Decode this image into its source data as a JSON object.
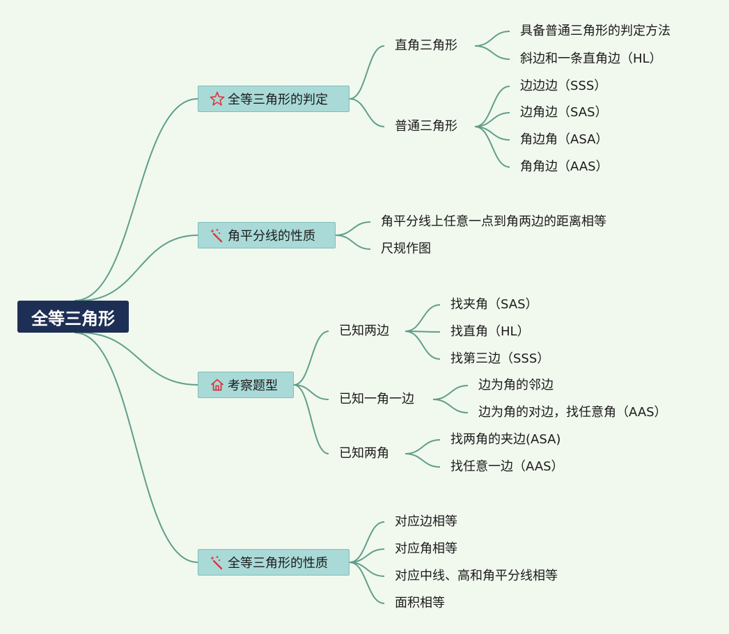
{
  "root": {
    "label": "全等三角形"
  },
  "branches": [
    {
      "label": "全等三角形的判定",
      "icon": "star-icon",
      "children": [
        {
          "label": "直角三角形",
          "children": [
            {
              "label": "具备普通三角形的判定方法"
            },
            {
              "label": "斜边和一条直角边（HL）"
            }
          ]
        },
        {
          "label": "普通三角形",
          "children": [
            {
              "label": "边边边（SSS）"
            },
            {
              "label": "边角边（SAS）"
            },
            {
              "label": "角边角（ASA）"
            },
            {
              "label": "角角边（AAS）"
            }
          ]
        }
      ]
    },
    {
      "label": "角平分线的性质",
      "icon": "magic-wand-icon",
      "children": [
        {
          "label": "角平分线上任意一点到角两边的距离相等"
        },
        {
          "label": "尺规作图"
        }
      ]
    },
    {
      "label": "考察题型",
      "icon": "home-icon",
      "children": [
        {
          "label": "已知两边",
          "children": [
            {
              "label": "找夹角（SAS）"
            },
            {
              "label": "找直角（HL）"
            },
            {
              "label": "找第三边（SSS）"
            }
          ]
        },
        {
          "label": "已知一角一边",
          "children": [
            {
              "label": "边为角的邻边"
            },
            {
              "label": "边为角的对边，找任意角（AAS）"
            }
          ]
        },
        {
          "label": "已知两角",
          "children": [
            {
              "label": "找两角的夹边(ASA)"
            },
            {
              "label": "找任意一边（AAS）"
            }
          ]
        }
      ]
    },
    {
      "label": "全等三角形的性质",
      "icon": "magic-wand-icon",
      "children": [
        {
          "label": "对应边相等"
        },
        {
          "label": "对应角相等"
        },
        {
          "label": "对应中线、高和角平分线相等"
        },
        {
          "label": "面积相等"
        }
      ]
    }
  ],
  "colors": {
    "background": "#f1f8ee",
    "root": "#1e2f55",
    "branch": "#a9dad7",
    "line": "#5e9e8a",
    "icon": "#d9363e"
  }
}
